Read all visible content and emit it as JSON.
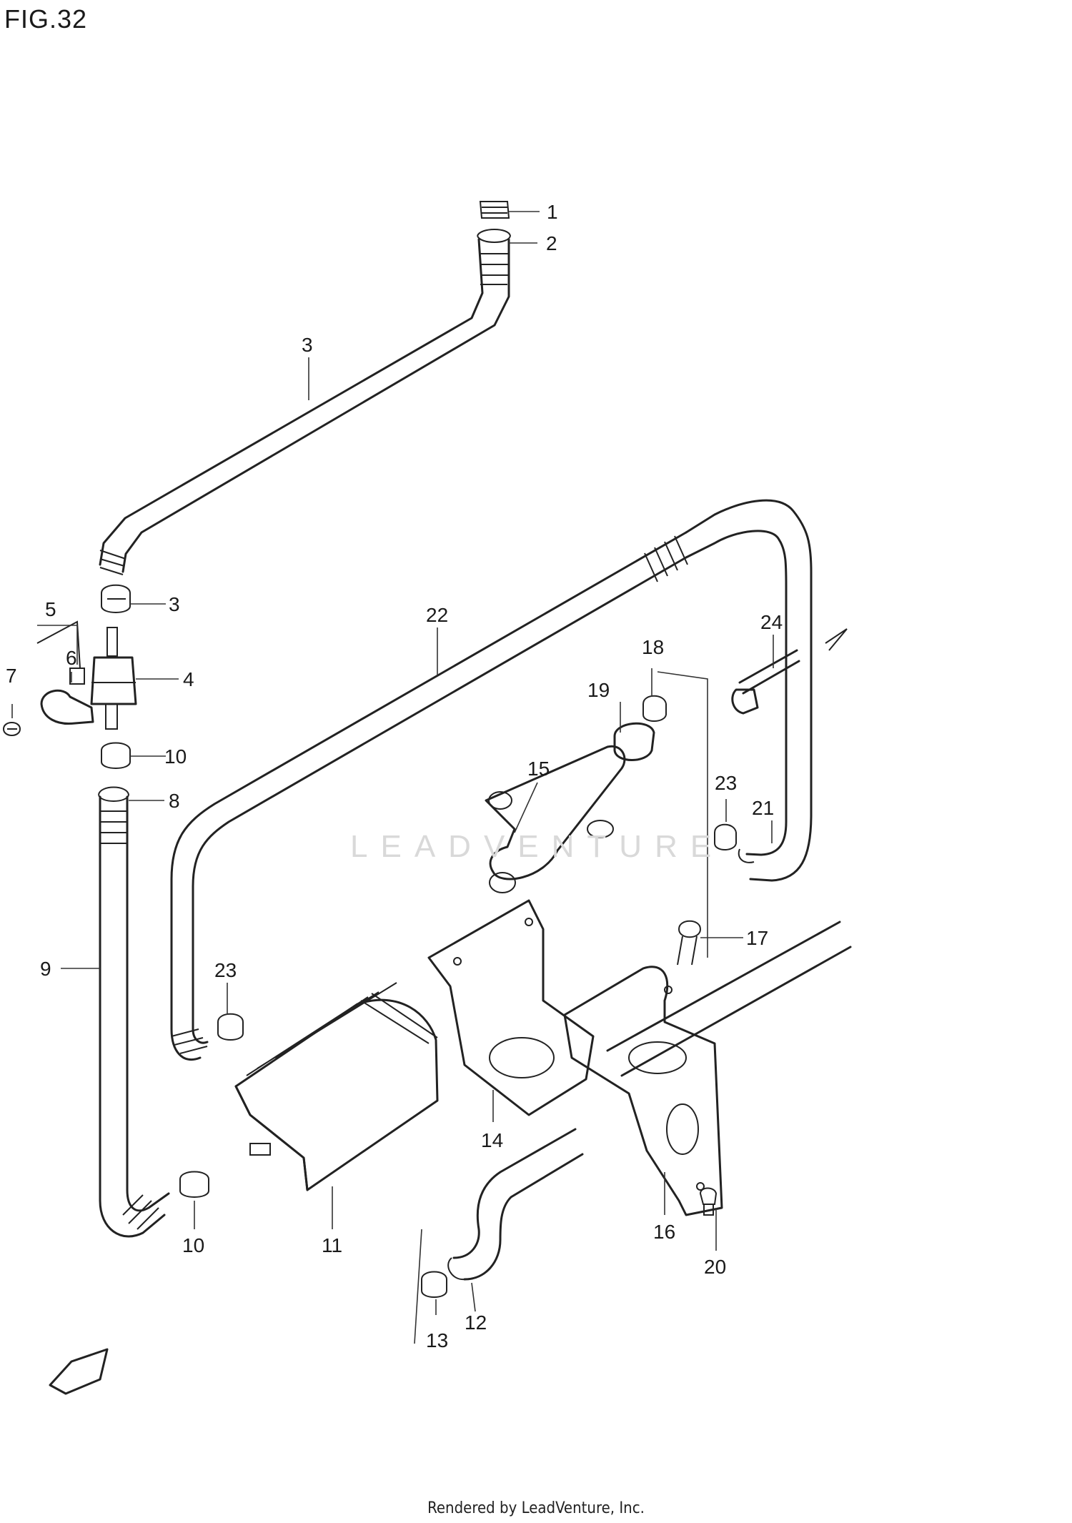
{
  "figure": {
    "title": "FIG.32",
    "footer": "Rendered by LeadVenture, Inc.",
    "watermark": "LEADVENTURE",
    "direction_marker": "FWD"
  },
  "callouts": [
    {
      "num": "1"
    },
    {
      "num": "2"
    },
    {
      "num": "3"
    },
    {
      "num": "3"
    },
    {
      "num": "4"
    },
    {
      "num": "5"
    },
    {
      "num": "6"
    },
    {
      "num": "7"
    },
    {
      "num": "8"
    },
    {
      "num": "9"
    },
    {
      "num": "10"
    },
    {
      "num": "10"
    },
    {
      "num": "11"
    },
    {
      "num": "12"
    },
    {
      "num": "13"
    },
    {
      "num": "14"
    },
    {
      "num": "15"
    },
    {
      "num": "16"
    },
    {
      "num": "17"
    },
    {
      "num": "18"
    },
    {
      "num": "19"
    },
    {
      "num": "20"
    },
    {
      "num": "21"
    },
    {
      "num": "22"
    },
    {
      "num": "23"
    },
    {
      "num": "23"
    },
    {
      "num": "24"
    }
  ]
}
